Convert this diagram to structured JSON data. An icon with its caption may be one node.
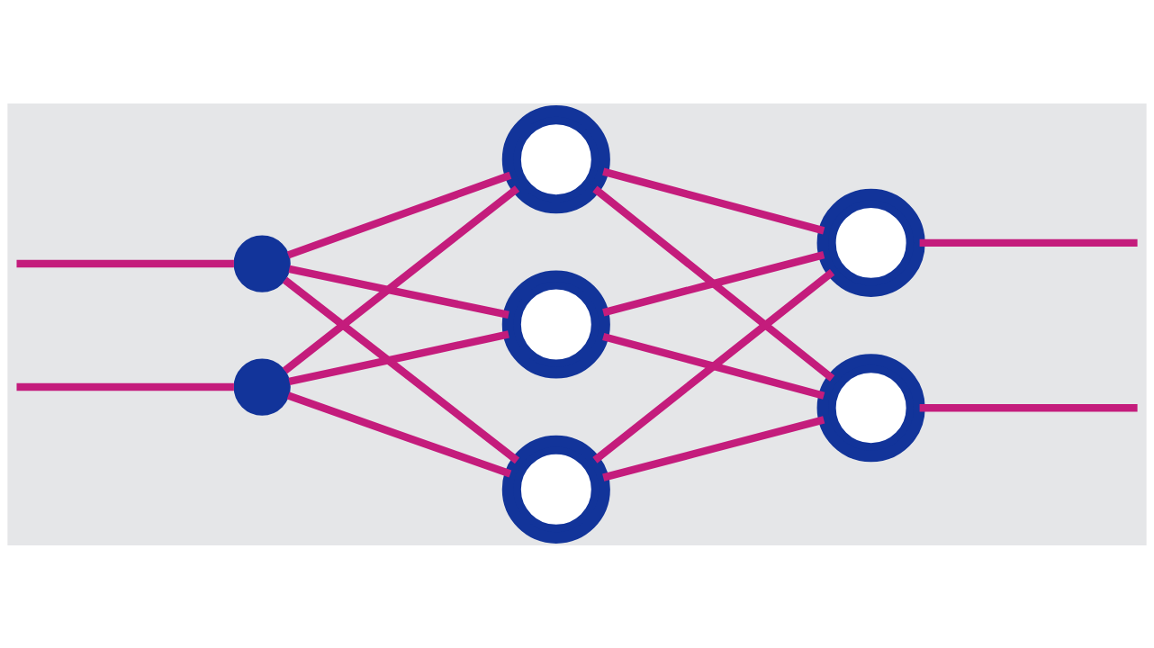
{
  "diagram": {
    "nodes": [
      {
        "text": [],
        "shape": "circle"
      },
      {
        "text": [],
        "shape": "circle"
      },
      {
        "text": [],
        "shape": "circle"
      },
      {
        "text": [],
        "shape": "circle"
      },
      {
        "text": [],
        "shape": "circle"
      },
      {
        "text": [],
        "shape": "circle"
      },
      {
        "text": [],
        "shape": "circle"
      }
    ],
    "edges": [
      {
        "from": null,
        "to": 0,
        "arrow": "none"
      },
      {
        "from": null,
        "to": 1,
        "arrow": "none"
      },
      {
        "from": 0,
        "to": 2,
        "arrow": "none"
      },
      {
        "from": 0,
        "to": 3,
        "arrow": "none"
      },
      {
        "from": 0,
        "to": 4,
        "arrow": "none"
      },
      {
        "from": 1,
        "to": 2,
        "arrow": "none"
      },
      {
        "from": 1,
        "to": 3,
        "arrow": "none"
      },
      {
        "from": 1,
        "to": 4,
        "arrow": "none"
      },
      {
        "from": 2,
        "to": 5,
        "arrow": "none"
      },
      {
        "from": 2,
        "to": 6,
        "arrow": "none"
      },
      {
        "from": 3,
        "to": 5,
        "arrow": "none"
      },
      {
        "from": 3,
        "to": 6,
        "arrow": "none"
      },
      {
        "from": 4,
        "to": 5,
        "arrow": "none"
      },
      {
        "from": 4,
        "to": 6,
        "arrow": "none"
      },
      {
        "from": 5,
        "to": null,
        "arrow": "none"
      },
      {
        "from": 6,
        "to": null,
        "arrow": "none"
      }
    ]
  }
}
